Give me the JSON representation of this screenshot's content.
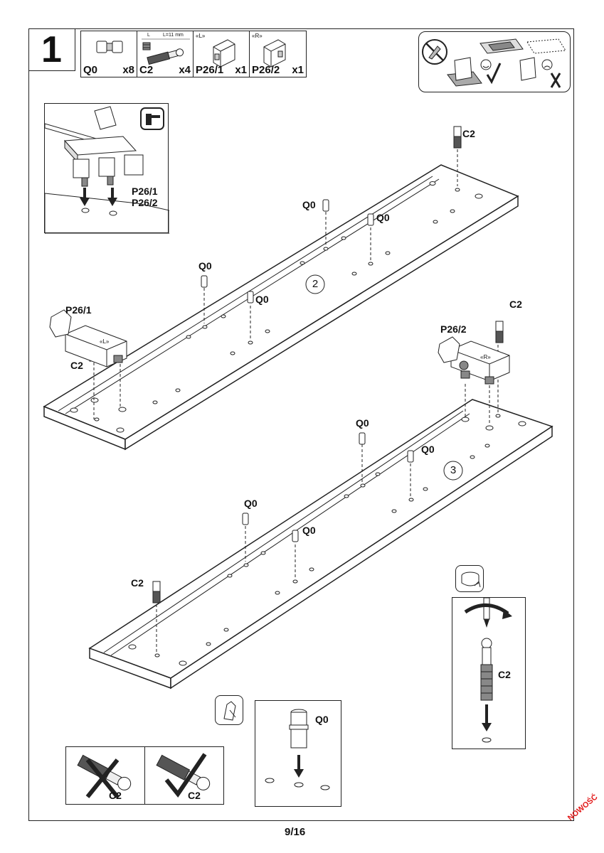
{
  "step_number": "1",
  "parts": [
    {
      "code": "Q0",
      "qty": "x8"
    },
    {
      "code": "C2",
      "qty": "x4",
      "note": "L=11 mm",
      "dim_mark": "L"
    },
    {
      "code": "P26/1",
      "qty": "x1",
      "side": "«L»"
    },
    {
      "code": "P26/2",
      "qty": "x1",
      "side": "«R»"
    }
  ],
  "inset_hammer": {
    "label_1": "P26/1",
    "label_2": "P26/2"
  },
  "board_top": {
    "number": "2",
    "labels": {
      "c2_right": "C2",
      "q0_a": "Q0",
      "q0_b": "Q0",
      "q0_c": "Q0",
      "q0_d": "Q0",
      "p26": "P26/1",
      "c2_left": "C2",
      "side_mark": "«L»"
    }
  },
  "board_bottom": {
    "number": "3",
    "labels": {
      "p26": "P26/2",
      "c2_right": "C2",
      "side_mark": "«R»",
      "q0_a": "Q0",
      "q0_b": "Q0",
      "q0_c": "Q0",
      "q0_d": "Q0",
      "c2_left": "C2"
    }
  },
  "inset_screw": {
    "label": "C2"
  },
  "inset_dowel": {
    "label": "Q0"
  },
  "inset_c2_wrong": {
    "label": "C2"
  },
  "inset_c2_right": {
    "label": "C2"
  },
  "page_number": "9/16",
  "stamp": "NOWOŚĆ"
}
